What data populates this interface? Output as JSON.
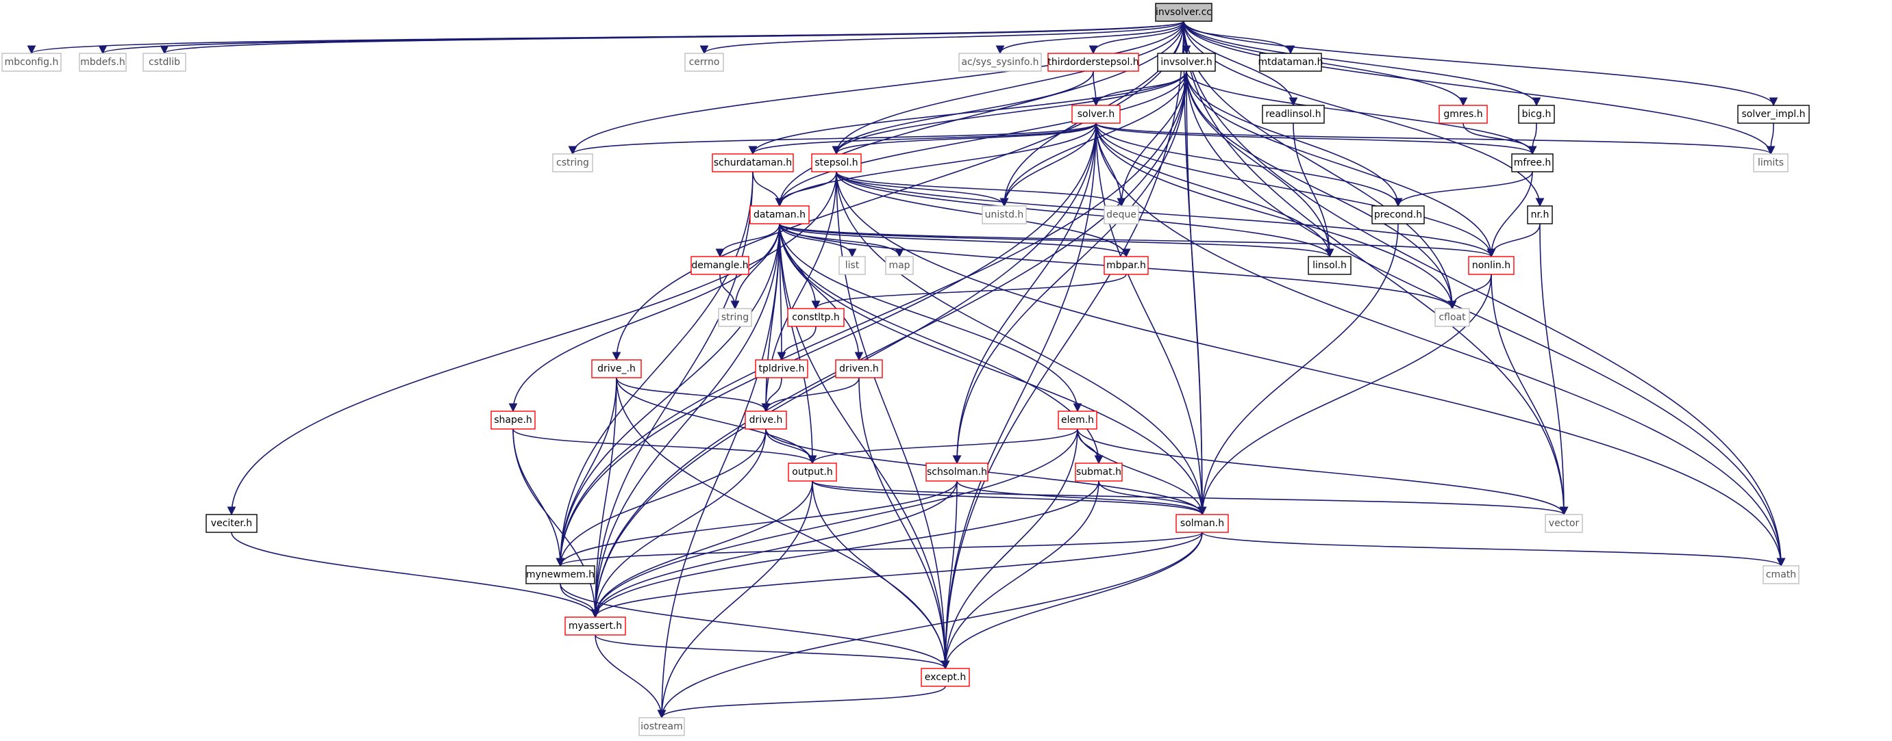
{
  "colors": {
    "edge": "#191970",
    "border_black": "#000000",
    "border_red": "#ff0000",
    "border_gray": "#bfbfbf",
    "text_dark": "#000000",
    "text_gray": "#555555",
    "root_fill": "#bfbfbf"
  },
  "nodes": [
    {
      "id": "invsolver_cc",
      "label": "invsolver.cc",
      "style": "root"
    },
    {
      "id": "mbconfig",
      "label": "mbconfig.h",
      "style": "gray"
    },
    {
      "id": "mbdefs",
      "label": "mbdefs.h",
      "style": "gray"
    },
    {
      "id": "cstdlib",
      "label": "cstdlib",
      "style": "gray"
    },
    {
      "id": "cerrno",
      "label": "cerrno",
      "style": "gray"
    },
    {
      "id": "sysinfo",
      "label": "ac/sys_sysinfo.h",
      "style": "gray"
    },
    {
      "id": "thirdorder",
      "label": "thirdorderstepsol.h",
      "style": "red"
    },
    {
      "id": "invsolver_h",
      "label": "invsolver.h",
      "style": "black"
    },
    {
      "id": "mtdataman",
      "label": "mtdataman.h",
      "style": "black"
    },
    {
      "id": "solver_impl",
      "label": "solver_impl.h",
      "style": "black"
    },
    {
      "id": "readlinsol",
      "label": "readlinsol.h",
      "style": "black"
    },
    {
      "id": "gmres",
      "label": "gmres.h",
      "style": "red"
    },
    {
      "id": "bicg",
      "label": "bicg.h",
      "style": "black"
    },
    {
      "id": "solver_h",
      "label": "solver.h",
      "style": "red"
    },
    {
      "id": "cstring",
      "label": "cstring",
      "style": "gray"
    },
    {
      "id": "schurdataman",
      "label": "schurdataman.h",
      "style": "red"
    },
    {
      "id": "stepsol",
      "label": "stepsol.h",
      "style": "red"
    },
    {
      "id": "mfree",
      "label": "mfree.h",
      "style": "black"
    },
    {
      "id": "limits",
      "label": "limits",
      "style": "gray"
    },
    {
      "id": "unistd",
      "label": "unistd.h",
      "style": "gray"
    },
    {
      "id": "deque",
      "label": "deque",
      "style": "gray"
    },
    {
      "id": "precond",
      "label": "precond.h",
      "style": "black"
    },
    {
      "id": "nr",
      "label": "nr.h",
      "style": "black"
    },
    {
      "id": "dataman",
      "label": "dataman.h",
      "style": "red"
    },
    {
      "id": "linsol",
      "label": "linsol.h",
      "style": "black"
    },
    {
      "id": "nonlin",
      "label": "nonlin.h",
      "style": "red"
    },
    {
      "id": "demangle",
      "label": "demangle.h",
      "style": "red"
    },
    {
      "id": "list",
      "label": "list",
      "style": "gray"
    },
    {
      "id": "map",
      "label": "map",
      "style": "gray"
    },
    {
      "id": "mbpar",
      "label": "mbpar.h",
      "style": "red"
    },
    {
      "id": "string",
      "label": "string",
      "style": "gray"
    },
    {
      "id": "constltp",
      "label": "constltp.h",
      "style": "red"
    },
    {
      "id": "cfloat",
      "label": "cfloat",
      "style": "gray"
    },
    {
      "id": "tpldrive",
      "label": "tpldrive.h",
      "style": "red"
    },
    {
      "id": "drive_",
      "label": "drive_.h",
      "style": "red"
    },
    {
      "id": "driven",
      "label": "driven.h",
      "style": "red"
    },
    {
      "id": "shape",
      "label": "shape.h",
      "style": "red"
    },
    {
      "id": "drive_h",
      "label": "drive.h",
      "style": "red"
    },
    {
      "id": "elem",
      "label": "elem.h",
      "style": "red"
    },
    {
      "id": "output",
      "label": "output.h",
      "style": "red"
    },
    {
      "id": "schsolman",
      "label": "schsolman.h",
      "style": "red"
    },
    {
      "id": "submat",
      "label": "submat.h",
      "style": "red"
    },
    {
      "id": "veciter",
      "label": "veciter.h",
      "style": "black"
    },
    {
      "id": "vector",
      "label": "vector",
      "style": "gray"
    },
    {
      "id": "solman",
      "label": "solman.h",
      "style": "red"
    },
    {
      "id": "mynewmem",
      "label": "mynewmem.h",
      "style": "black"
    },
    {
      "id": "cmath",
      "label": "cmath",
      "style": "gray"
    },
    {
      "id": "myassert",
      "label": "myassert.h",
      "style": "red"
    },
    {
      "id": "except",
      "label": "except.h",
      "style": "red"
    },
    {
      "id": "iostream",
      "label": "iostream",
      "style": "gray"
    }
  ],
  "edges": [
    [
      "invsolver_cc",
      "mbconfig"
    ],
    [
      "invsolver_cc",
      "mbdefs"
    ],
    [
      "invsolver_cc",
      "cstdlib"
    ],
    [
      "invsolver_cc",
      "cerrno"
    ],
    [
      "invsolver_cc",
      "sysinfo"
    ],
    [
      "invsolver_cc",
      "thirdorder"
    ],
    [
      "invsolver_cc",
      "invsolver_h"
    ],
    [
      "invsolver_cc",
      "mtdataman"
    ],
    [
      "invsolver_cc",
      "solver_impl"
    ],
    [
      "invsolver_cc",
      "readlinsol"
    ],
    [
      "invsolver_cc",
      "gmres"
    ],
    [
      "invsolver_cc",
      "bicg"
    ],
    [
      "invsolver_cc",
      "cstring"
    ],
    [
      "invsolver_cc",
      "stepsol"
    ],
    [
      "invsolver_cc",
      "unistd"
    ],
    [
      "invsolver_cc",
      "dataman"
    ],
    [
      "invsolver_cc",
      "drive_"
    ],
    [
      "invsolver_cc",
      "limits"
    ],
    [
      "invsolver_cc",
      "nr"
    ],
    [
      "invsolver_cc",
      "vector"
    ],
    [
      "invsolver_cc",
      "cmath"
    ],
    [
      "invsolver_cc",
      "solman"
    ],
    [
      "invsolver_cc",
      "except"
    ],
    [
      "invsolver_cc",
      "cfloat"
    ],
    [
      "thirdorder",
      "solver_h"
    ],
    [
      "thirdorder",
      "stepsol"
    ],
    [
      "invsolver_h",
      "solver_h"
    ],
    [
      "invsolver_h",
      "stepsol"
    ],
    [
      "invsolver_h",
      "schurdataman"
    ],
    [
      "invsolver_h",
      "dataman"
    ],
    [
      "invsolver_h",
      "unistd"
    ],
    [
      "invsolver_h",
      "deque"
    ],
    [
      "invsolver_h",
      "precond"
    ],
    [
      "invsolver_h",
      "linsol"
    ],
    [
      "invsolver_h",
      "nonlin"
    ],
    [
      "invsolver_h",
      "mfree"
    ],
    [
      "invsolver_h",
      "cfloat"
    ],
    [
      "invsolver_h",
      "cmath"
    ],
    [
      "invsolver_h",
      "schsolman"
    ],
    [
      "invsolver_h",
      "myassert"
    ],
    [
      "invsolver_h",
      "mynewmem"
    ],
    [
      "invsolver_h",
      "solman"
    ],
    [
      "solver_impl",
      "limits"
    ],
    [
      "readlinsol",
      "linsol"
    ],
    [
      "gmres",
      "mfree"
    ],
    [
      "bicg",
      "mfree"
    ],
    [
      "solver_h",
      "cstring"
    ],
    [
      "solver_h",
      "schurdataman"
    ],
    [
      "solver_h",
      "stepsol"
    ],
    [
      "solver_h",
      "limits"
    ],
    [
      "solver_h",
      "mfree"
    ],
    [
      "solver_h",
      "unistd"
    ],
    [
      "solver_h",
      "deque"
    ],
    [
      "solver_h",
      "precond"
    ],
    [
      "solver_h",
      "dataman"
    ],
    [
      "solver_h",
      "linsol"
    ],
    [
      "solver_h",
      "nonlin"
    ],
    [
      "solver_h",
      "cfloat"
    ],
    [
      "solver_h",
      "cmath"
    ],
    [
      "solver_h",
      "schsolman"
    ],
    [
      "solver_h",
      "solman"
    ],
    [
      "solver_h",
      "mynewmem"
    ],
    [
      "solver_h",
      "except"
    ],
    [
      "solver_h",
      "myassert"
    ],
    [
      "schurdataman",
      "dataman"
    ],
    [
      "schurdataman",
      "myassert"
    ],
    [
      "schurdataman",
      "mynewmem"
    ],
    [
      "stepsol",
      "dataman"
    ],
    [
      "stepsol",
      "unistd"
    ],
    [
      "stepsol",
      "deque"
    ],
    [
      "stepsol",
      "mbpar"
    ],
    [
      "stepsol",
      "linsol"
    ],
    [
      "stepsol",
      "nonlin"
    ],
    [
      "stepsol",
      "solman"
    ],
    [
      "stepsol",
      "drive_h"
    ],
    [
      "stepsol",
      "veciter"
    ],
    [
      "stepsol",
      "except"
    ],
    [
      "stepsol",
      "cmath"
    ],
    [
      "mfree",
      "precond"
    ],
    [
      "mfree",
      "nonlin"
    ],
    [
      "precond",
      "solman"
    ],
    [
      "nr",
      "nonlin"
    ],
    [
      "nr",
      "vector"
    ],
    [
      "dataman",
      "iostream"
    ],
    [
      "dataman",
      "demangle"
    ],
    [
      "dataman",
      "list"
    ],
    [
      "dataman",
      "map"
    ],
    [
      "dataman",
      "string"
    ],
    [
      "dataman",
      "constltp"
    ],
    [
      "dataman",
      "tpldrive"
    ],
    [
      "dataman",
      "driven"
    ],
    [
      "dataman",
      "mbpar"
    ],
    [
      "dataman",
      "elem"
    ],
    [
      "dataman",
      "output"
    ],
    [
      "dataman",
      "submat"
    ],
    [
      "dataman",
      "solman"
    ],
    [
      "dataman",
      "linsol"
    ],
    [
      "dataman",
      "nonlin"
    ],
    [
      "dataman",
      "cfloat"
    ],
    [
      "dataman",
      "shape"
    ],
    [
      "dataman",
      "drive_h"
    ],
    [
      "dataman",
      "mynewmem"
    ],
    [
      "dataman",
      "myassert"
    ],
    [
      "dataman",
      "except"
    ],
    [
      "nonlin",
      "cfloat"
    ],
    [
      "nonlin",
      "vector"
    ],
    [
      "nonlin",
      "solman"
    ],
    [
      "demangle",
      "string"
    ],
    [
      "mbpar",
      "constltp"
    ],
    [
      "constltp",
      "tpldrive"
    ],
    [
      "tpldrive",
      "drive_h"
    ],
    [
      "drive_",
      "drive_h"
    ],
    [
      "drive_",
      "output"
    ],
    [
      "drive_",
      "mynewmem"
    ],
    [
      "drive_",
      "myassert"
    ],
    [
      "drive_",
      "except"
    ],
    [
      "driven",
      "drive_h"
    ],
    [
      "driven",
      "except"
    ],
    [
      "shape",
      "output"
    ],
    [
      "shape",
      "mynewmem"
    ],
    [
      "shape",
      "myassert"
    ],
    [
      "drive_h",
      "output"
    ],
    [
      "drive_h",
      "mynewmem"
    ],
    [
      "drive_h",
      "myassert"
    ],
    [
      "drive_h",
      "solman"
    ],
    [
      "elem",
      "output"
    ],
    [
      "elem",
      "submat"
    ],
    [
      "elem",
      "solman"
    ],
    [
      "elem",
      "vector"
    ],
    [
      "elem",
      "myassert"
    ],
    [
      "elem",
      "except"
    ],
    [
      "output",
      "solman"
    ],
    [
      "output",
      "vector"
    ],
    [
      "output",
      "myassert"
    ],
    [
      "output",
      "except"
    ],
    [
      "output",
      "iostream"
    ],
    [
      "schsolman",
      "solman"
    ],
    [
      "schsolman",
      "mynewmem"
    ],
    [
      "schsolman",
      "myassert"
    ],
    [
      "schsolman",
      "except"
    ],
    [
      "submat",
      "solman"
    ],
    [
      "submat",
      "myassert"
    ],
    [
      "submat",
      "except"
    ],
    [
      "veciter",
      "myassert"
    ],
    [
      "solman",
      "mynewmem"
    ],
    [
      "solman",
      "cmath"
    ],
    [
      "solman",
      "myassert"
    ],
    [
      "solman",
      "except"
    ],
    [
      "solman",
      "iostream"
    ],
    [
      "mynewmem",
      "myassert"
    ],
    [
      "mynewmem",
      "except"
    ],
    [
      "myassert",
      "except"
    ],
    [
      "myassert",
      "iostream"
    ],
    [
      "except",
      "iostream"
    ]
  ]
}
